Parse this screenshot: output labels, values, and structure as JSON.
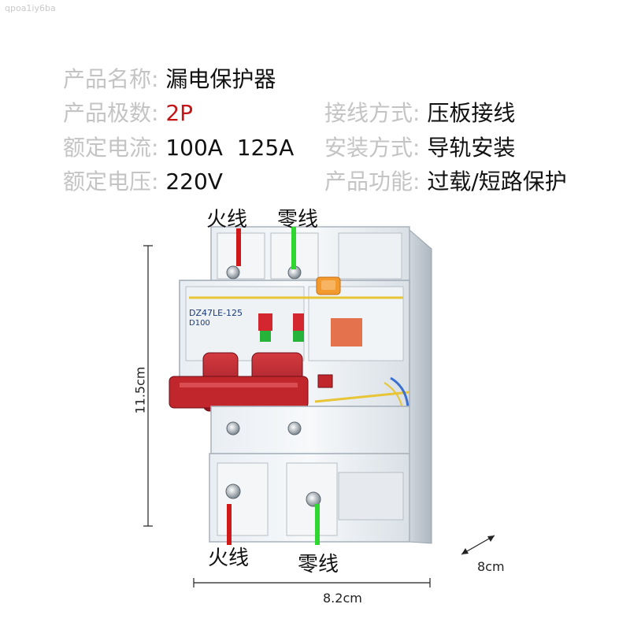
{
  "watermark": "qpoa1iy6ba",
  "specs": {
    "name": {
      "label": "产品名称:",
      "value": "漏电保护器"
    },
    "poles": {
      "label": "产品极数:",
      "value": "2P"
    },
    "current": {
      "label": "额定电流:",
      "value": "100A  125A"
    },
    "voltage": {
      "label": "额定电压:",
      "value": "220V"
    },
    "wiring": {
      "label": "接线方式:",
      "value": "压板接线"
    },
    "install": {
      "label": "安装方式:",
      "value": "导轨安装"
    },
    "function": {
      "label": "产品功能:",
      "value": "过载/短路保护"
    }
  },
  "wires": {
    "top_live": "火线",
    "top_neutral": "零线",
    "bottom_live": "火线",
    "bottom_neutral": "零线"
  },
  "dimensions": {
    "height": "11.5cm",
    "width": "8.2cm",
    "depth": "8cm"
  },
  "device": {
    "model": "DZ47LE-125",
    "rating": "D100"
  },
  "colors": {
    "live": "#d01818",
    "neutral": "#2fd62f",
    "handle": "#b3202a",
    "test_button": "#f29a2e",
    "label_grey": "#c4c4c4",
    "accent_red": "#c41616"
  }
}
